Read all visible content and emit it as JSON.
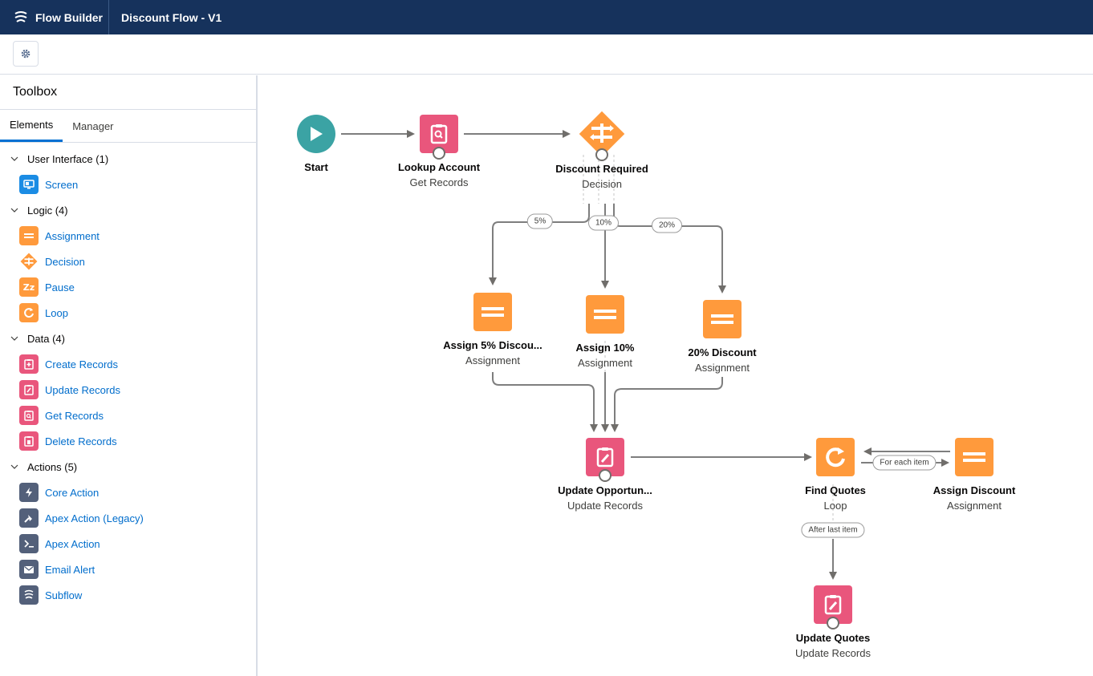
{
  "header": {
    "app_name": "Flow Builder",
    "flow_name": "Discount Flow - V1"
  },
  "toolbox": {
    "title": "Toolbox",
    "tabs": [
      {
        "label": "Elements",
        "active": true
      },
      {
        "label": "Manager",
        "active": false
      }
    ],
    "groups": [
      {
        "label": "User Interface (1)",
        "items": [
          {
            "label": "Screen",
            "icon": "screen-icon"
          }
        ]
      },
      {
        "label": "Logic (4)",
        "items": [
          {
            "label": "Assignment",
            "icon": "assignment-icon"
          },
          {
            "label": "Decision",
            "icon": "decision-icon"
          },
          {
            "label": "Pause",
            "icon": "pause-icon"
          },
          {
            "label": "Loop",
            "icon": "loop-icon"
          }
        ]
      },
      {
        "label": "Data (4)",
        "items": [
          {
            "label": "Create Records",
            "icon": "create-records-icon"
          },
          {
            "label": "Update Records",
            "icon": "update-records-icon"
          },
          {
            "label": "Get Records",
            "icon": "get-records-icon"
          },
          {
            "label": "Delete Records",
            "icon": "delete-records-icon"
          }
        ]
      },
      {
        "label": "Actions (5)",
        "items": [
          {
            "label": "Core Action",
            "icon": "core-action-icon"
          },
          {
            "label": "Apex Action (Legacy)",
            "icon": "apex-legacy-icon"
          },
          {
            "label": "Apex Action",
            "icon": "apex-action-icon"
          },
          {
            "label": "Email Alert",
            "icon": "email-alert-icon"
          },
          {
            "label": "Subflow",
            "icon": "subflow-icon"
          }
        ]
      }
    ]
  },
  "canvas": {
    "nodes": {
      "start": {
        "name": "Start"
      },
      "lookup_account": {
        "name": "Lookup Account",
        "type": "Get Records"
      },
      "discount_required": {
        "name": "Discount Required",
        "type": "Decision"
      },
      "assign5": {
        "name": "Assign 5% Discou...",
        "type": "Assignment"
      },
      "assign10": {
        "name": "Assign 10%",
        "type": "Assignment"
      },
      "discount20": {
        "name": "20% Discount",
        "type": "Assignment"
      },
      "update_opp": {
        "name": "Update Opportun...",
        "type": "Update Records"
      },
      "find_quotes": {
        "name": "Find Quotes",
        "type": "Loop"
      },
      "assign_discount": {
        "name": "Assign Discount",
        "type": "Assignment"
      },
      "update_quotes": {
        "name": "Update Quotes",
        "type": "Update Records"
      }
    },
    "connector_labels": {
      "five": "5%",
      "ten": "10%",
      "twenty": "20%",
      "for_each": "For each item",
      "after_last": "After last item"
    }
  },
  "colors": {
    "header_bg": "#16325c",
    "data_pink": "#e9567c",
    "logic_orange": "#ff9a3c",
    "start_teal": "#3ba3a4",
    "link_blue": "#006dcc",
    "action_navy": "#53607a"
  }
}
